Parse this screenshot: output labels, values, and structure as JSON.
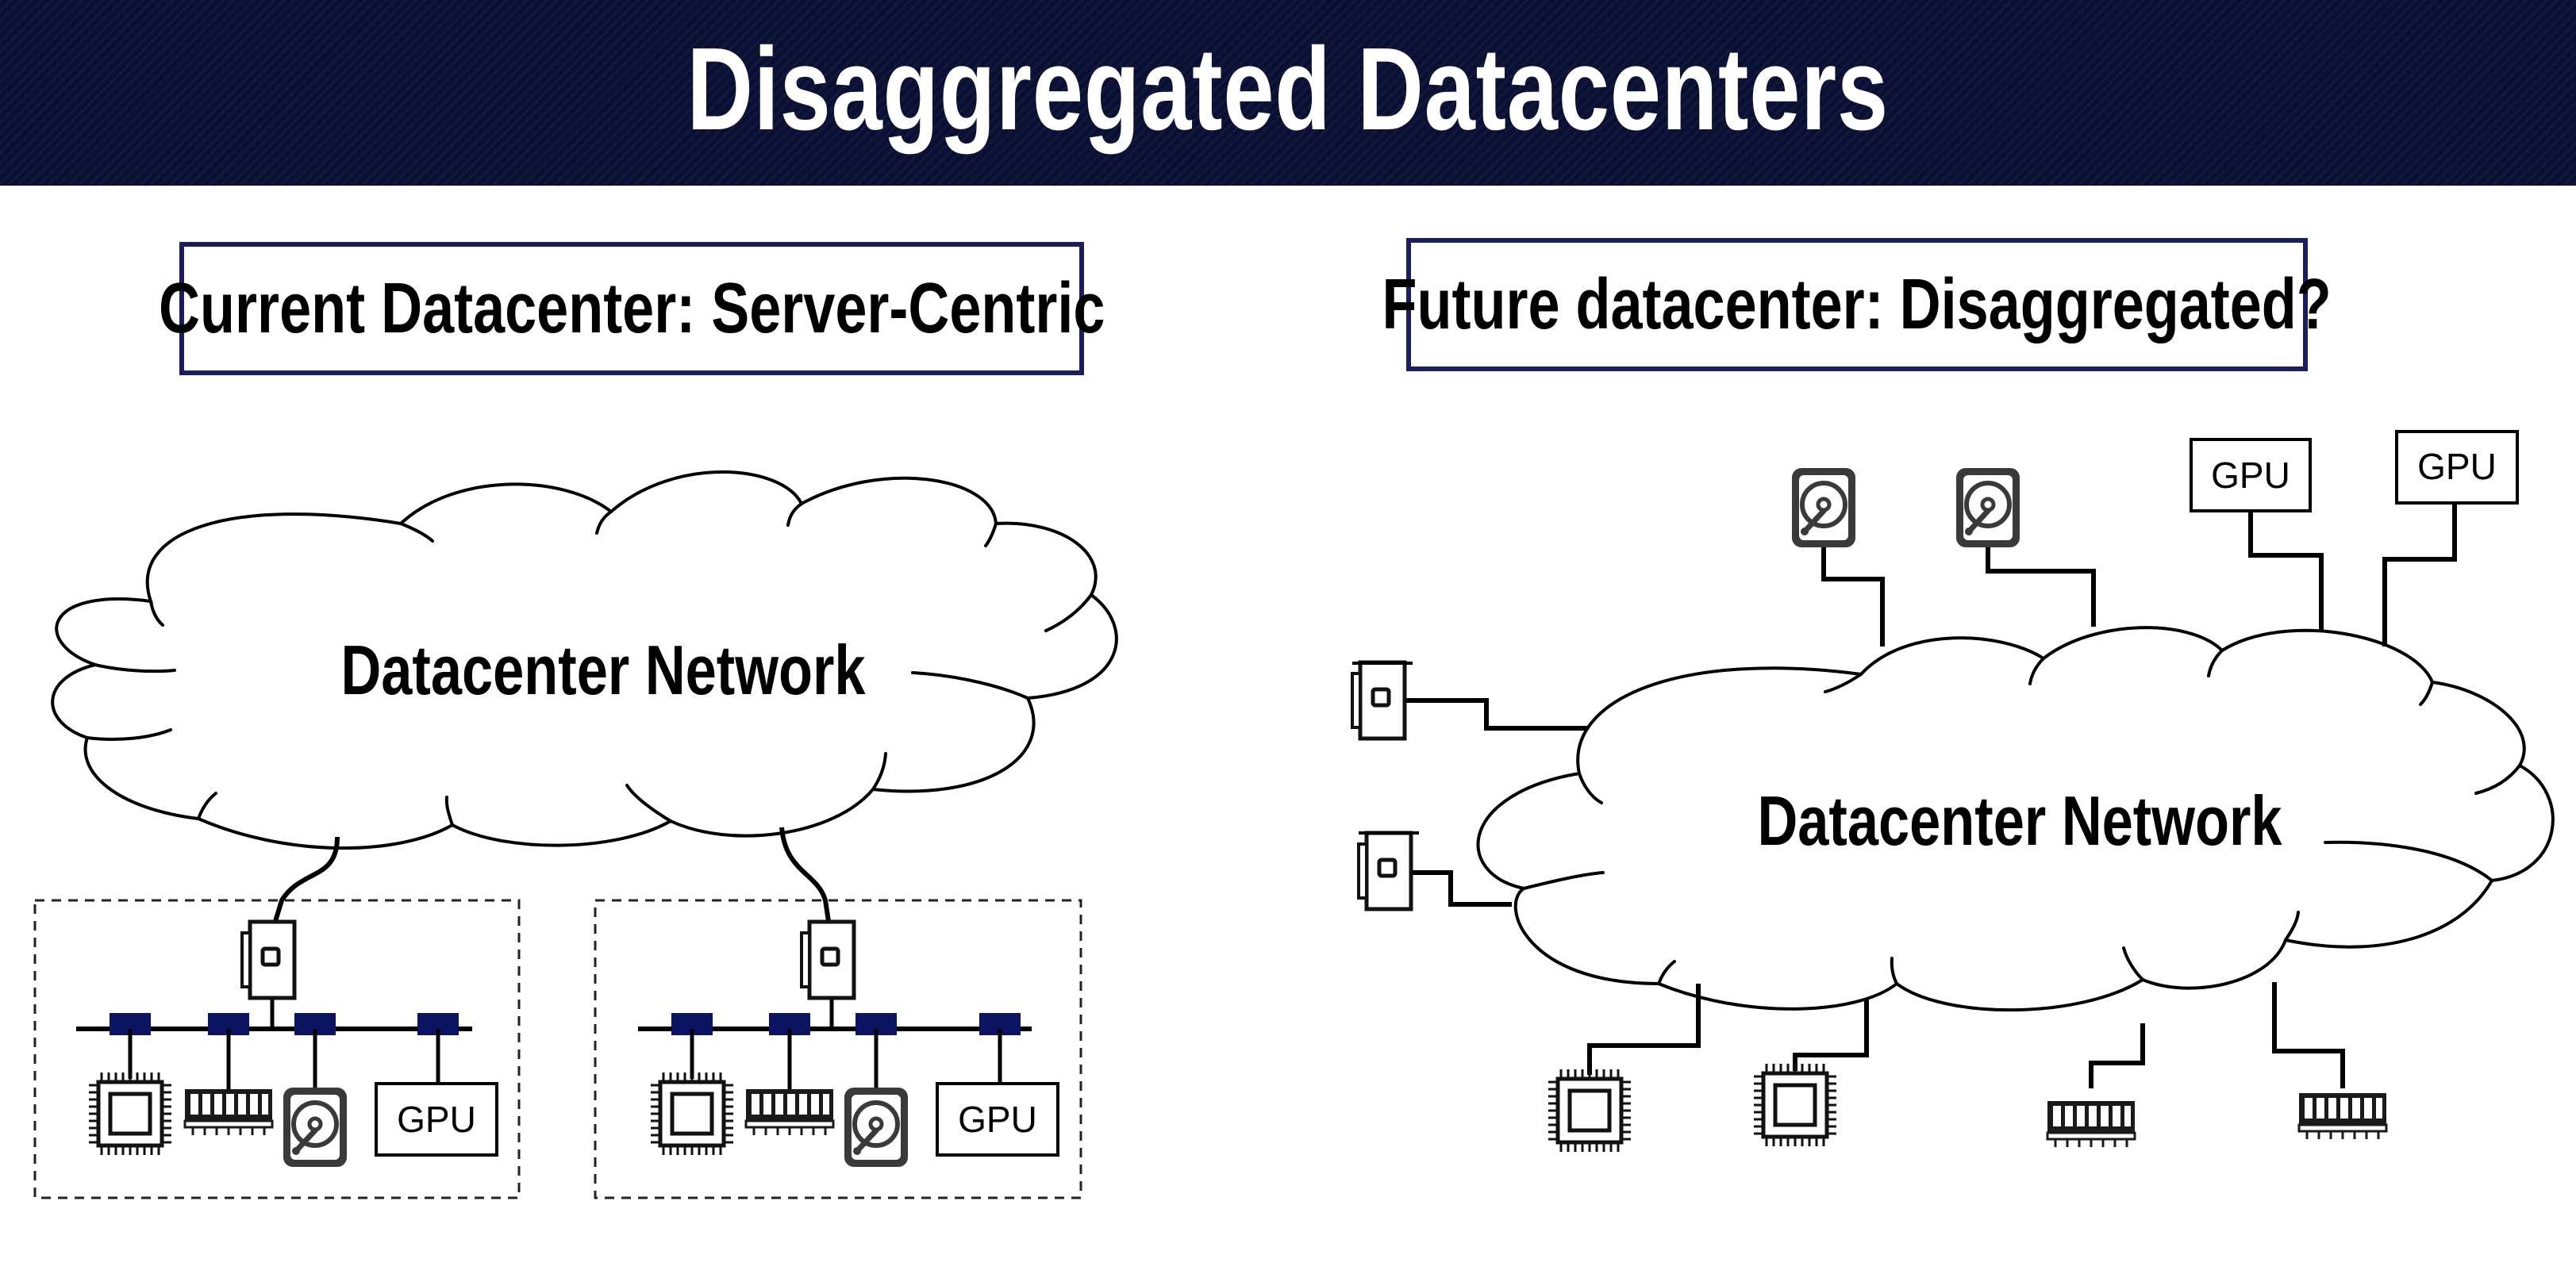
{
  "title": "Disaggregated Datacenters",
  "left": {
    "heading": "Current Datacenter: Server-Centric",
    "cloud_label": "Datacenter Network",
    "servers": [
      {
        "gpu_label": "GPU"
      },
      {
        "gpu_label": "GPU"
      }
    ]
  },
  "right": {
    "heading": "Future datacenter: Disaggregated?",
    "cloud_label": "Datacenter Network",
    "gpus": [
      {
        "label": "GPU"
      },
      {
        "label": "GPU"
      }
    ]
  },
  "colors": {
    "banner": "#0a1033",
    "accent_navy": "#0c1360",
    "box_border": "#1a1f5c",
    "icon_gray": "#3a3a3a"
  },
  "icons": {
    "nic": "network-card-icon",
    "cpu": "cpu-chip-icon",
    "ram": "memory-stick-icon",
    "disk": "hard-drive-icon",
    "gpu": "gpu-box-icon"
  }
}
